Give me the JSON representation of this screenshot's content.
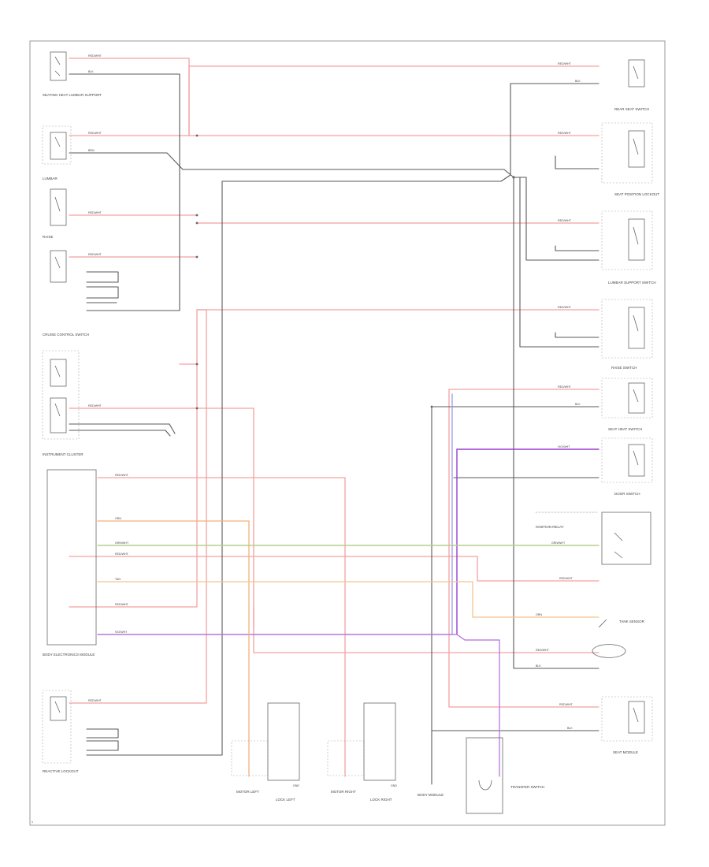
{
  "title": "",
  "colors": {
    "red": "#f4a0a0",
    "black": "#5a5a5a",
    "blue": "#9a9af2",
    "violet": "#9a3fd0",
    "orange": "#f4b07a",
    "tan": "#e9c07d",
    "green": "#b7d08a",
    "frame": "#9a9a9a"
  },
  "components": {
    "seat_left_1": "SEATING HEAT LUMBAR SUPPORT",
    "seat_left_2": "LUMBAR",
    "seat_left_3": "RAISE",
    "cruise_control": "CRUISE CONTROL SWITCH",
    "cluster": "INSTRUMENT CLUSTER",
    "body_control": "BODY ELECTRONICS MODULE",
    "reactive_left": "REACTIVE LOCKOUT",
    "rear_seat": "REAR SEAT SWITCH",
    "seat_position": "SEAT POSITION LOCKOUT",
    "lumbar_switch": "LUMBAR SUPPORT SWITCH",
    "raise_switch": "RAISE SWITCH",
    "heat_switch": "SEAT HEAT SWITCH",
    "door_switch": "DOOR SWITCH",
    "ignition_relay": "IGNITION RELAY",
    "tank_sensor": "TANK SENSOR",
    "seat_module": "SEAT MODULE",
    "motor_left": "MOTOR LEFT",
    "motor_lock_left": "LOCK LEFT",
    "motor_right": "MOTOR RIGHT",
    "motor_lock_right": "LOCK RIGHT",
    "body_module": "BODY MODULE",
    "transfer": "TRANSFER SWITCH",
    "page_number": "1"
  },
  "wires": {
    "red": "RED/WHT",
    "black": "BLK",
    "brown": "BRN",
    "orange": "ORN",
    "violet": "VIO/WHT",
    "green": "GRN/WHT",
    "tan": "TAN",
    "ground": "GND"
  }
}
